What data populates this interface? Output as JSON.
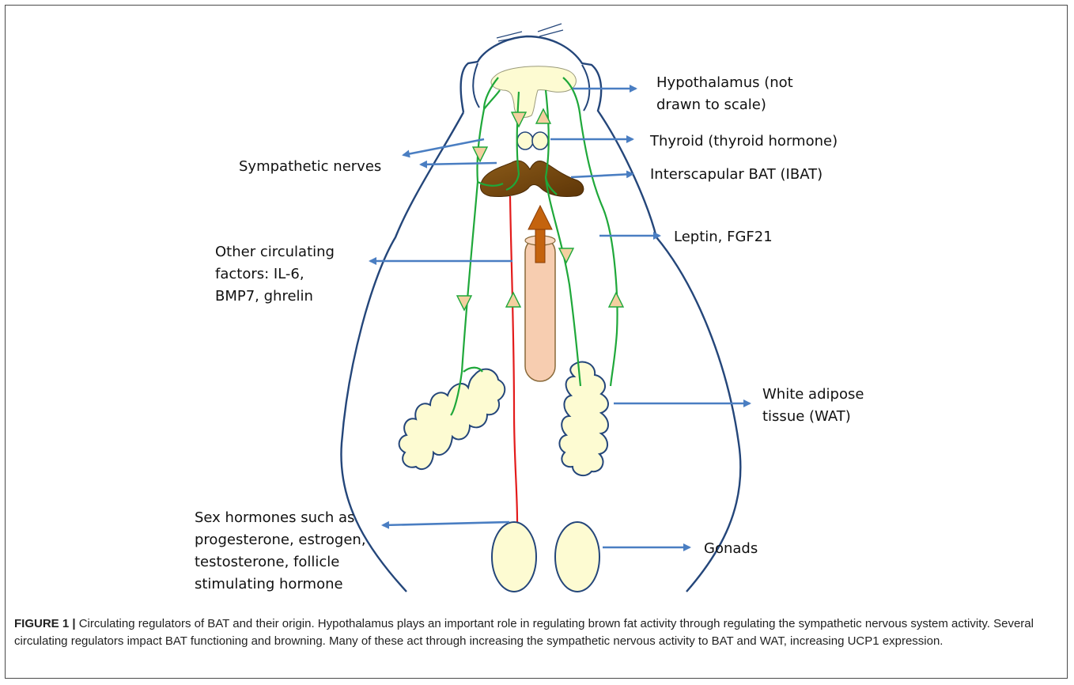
{
  "labels": {
    "hypothalamus": [
      "Hypothalamus (not",
      "drawn to scale)"
    ],
    "thyroid": "Thyroid (thyroid hormone)",
    "sympathetic": "Sympathetic nerves",
    "ibat": "Interscapular BAT (IBAT)",
    "leptin": "Leptin, FGF21",
    "other": [
      "Other circulating",
      "factors: IL-6,",
      "BMP7, ghrelin"
    ],
    "wat": [
      "White adipose",
      "tissue (WAT)"
    ],
    "sex": [
      "Sex hormones such as",
      "progesterone, estrogen,",
      "testosterone, follicle",
      "stimulating hormone"
    ],
    "gonads": "Gonads"
  },
  "caption": {
    "prefix": "FIGURE 1 |",
    "text": " Circulating regulators of BAT and their origin. Hypothalamus plays an important role in regulating brown fat activity through regulating the sympathetic nervous system activity. Several circulating regulators impact BAT functioning and browning. Many of these act through increasing the sympathetic nervous activity to BAT and WAT, increasing UCP1 expression."
  },
  "colors": {
    "outline": "#24467a",
    "nerve": "#1fa83a",
    "arrow": "#4a7ec2",
    "fat": "#fdfbd2",
    "bat": "#7a4a0c",
    "vessel": "#e31b1b",
    "tube": "#f7cdb0"
  }
}
